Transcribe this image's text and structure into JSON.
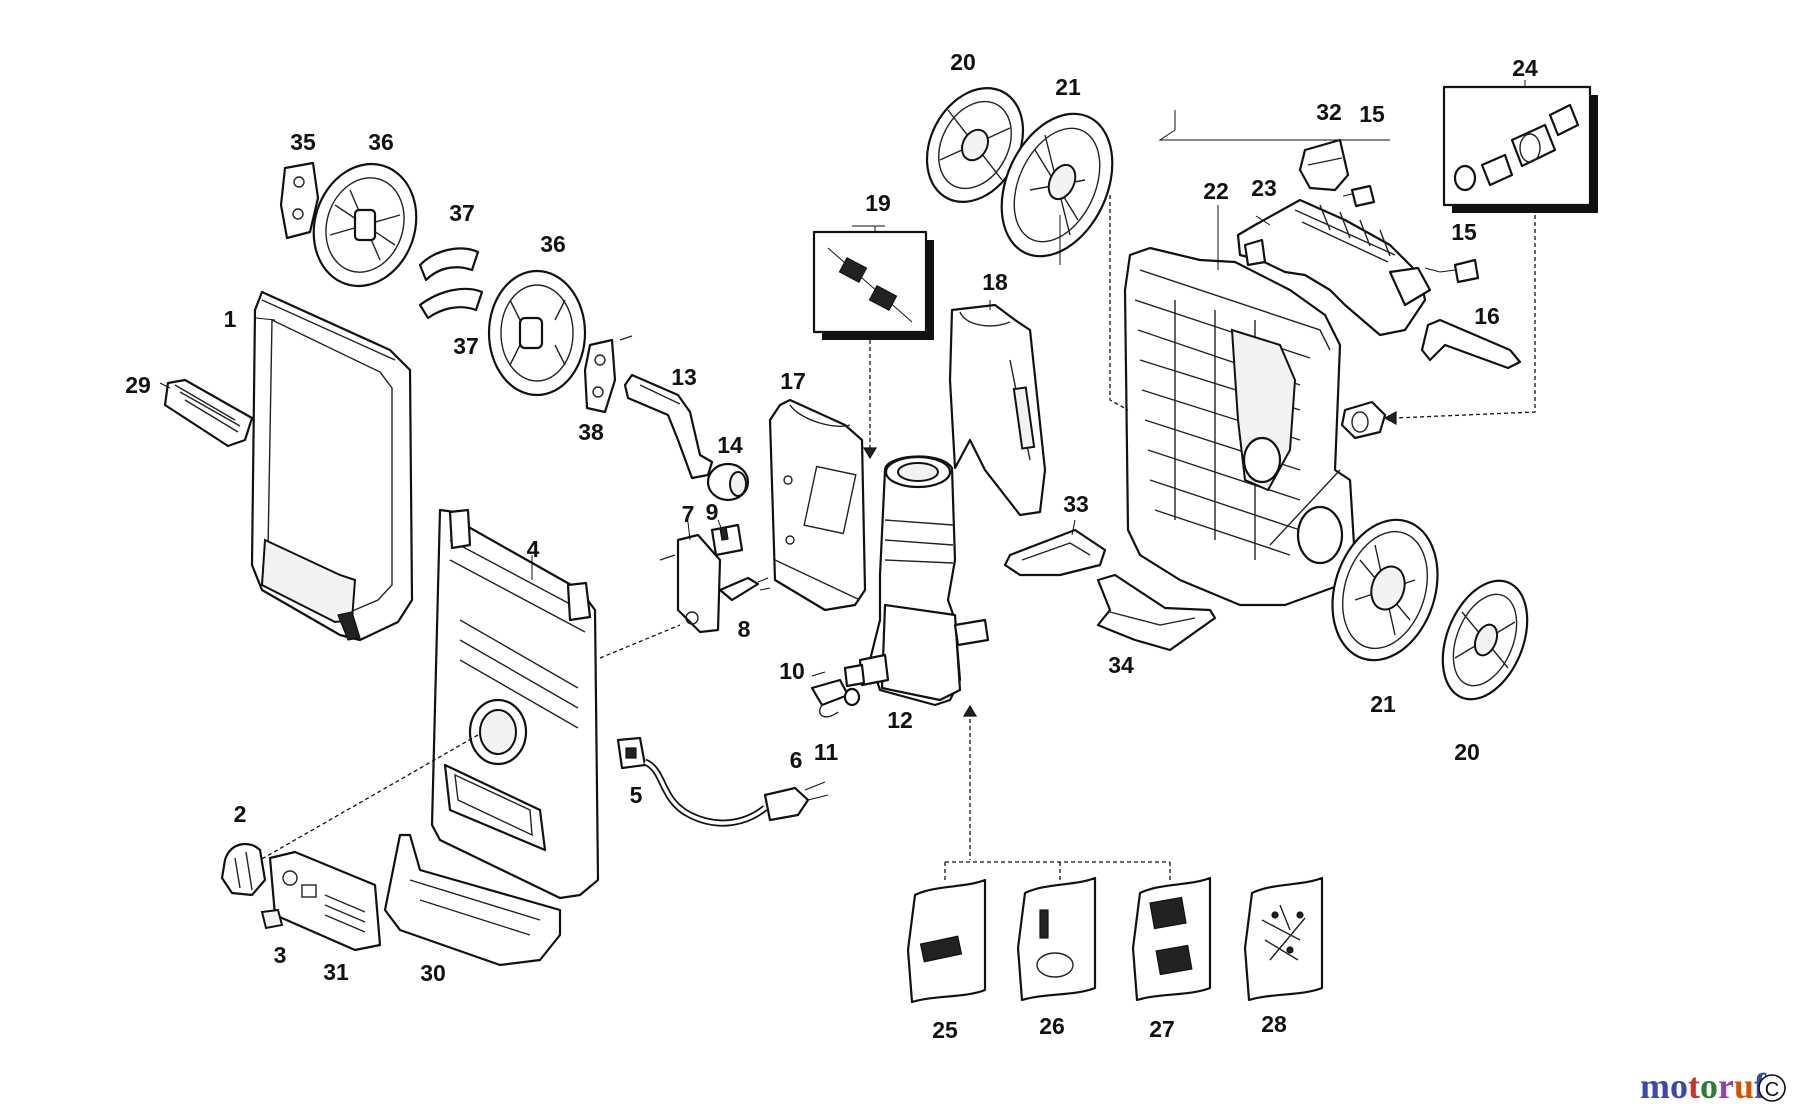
{
  "diagram": {
    "parts": [
      {
        "id": "p1",
        "label": "1"
      },
      {
        "id": "p2",
        "label": "2"
      },
      {
        "id": "p3",
        "label": "3"
      },
      {
        "id": "p4",
        "label": "4"
      },
      {
        "id": "p5",
        "label": "5"
      },
      {
        "id": "p6",
        "label": "6"
      },
      {
        "id": "p7",
        "label": "7"
      },
      {
        "id": "p8",
        "label": "8"
      },
      {
        "id": "p9",
        "label": "9"
      },
      {
        "id": "p10",
        "label": "10"
      },
      {
        "id": "p11",
        "label": "11"
      },
      {
        "id": "p12",
        "label": "12"
      },
      {
        "id": "p13",
        "label": "13"
      },
      {
        "id": "p14",
        "label": "14"
      },
      {
        "id": "p15a",
        "label": "15"
      },
      {
        "id": "p15b",
        "label": "15"
      },
      {
        "id": "p16",
        "label": "16"
      },
      {
        "id": "p17",
        "label": "17"
      },
      {
        "id": "p18",
        "label": "18"
      },
      {
        "id": "p19",
        "label": "19"
      },
      {
        "id": "p20a",
        "label": "20"
      },
      {
        "id": "p20b",
        "label": "20"
      },
      {
        "id": "p21a",
        "label": "21"
      },
      {
        "id": "p21b",
        "label": "21"
      },
      {
        "id": "p22",
        "label": "22"
      },
      {
        "id": "p23",
        "label": "23"
      },
      {
        "id": "p24",
        "label": "24"
      },
      {
        "id": "p25",
        "label": "25"
      },
      {
        "id": "p26",
        "label": "26"
      },
      {
        "id": "p27",
        "label": "27"
      },
      {
        "id": "p28",
        "label": "28"
      },
      {
        "id": "p29",
        "label": "29"
      },
      {
        "id": "p30",
        "label": "30"
      },
      {
        "id": "p31",
        "label": "31"
      },
      {
        "id": "p32",
        "label": "32"
      },
      {
        "id": "p33",
        "label": "33"
      },
      {
        "id": "p34",
        "label": "34"
      },
      {
        "id": "p35",
        "label": "35"
      },
      {
        "id": "p36a",
        "label": "36"
      },
      {
        "id": "p36b",
        "label": "36"
      },
      {
        "id": "p37a",
        "label": "37"
      },
      {
        "id": "p37b",
        "label": "37"
      },
      {
        "id": "p38",
        "label": "38"
      }
    ]
  },
  "watermark": {
    "text": "motoruf",
    "badge": "C",
    "colors": [
      "#3b4aa8",
      "#c0392b",
      "#2e7d32",
      "#8e44ad",
      "#d35400"
    ]
  }
}
